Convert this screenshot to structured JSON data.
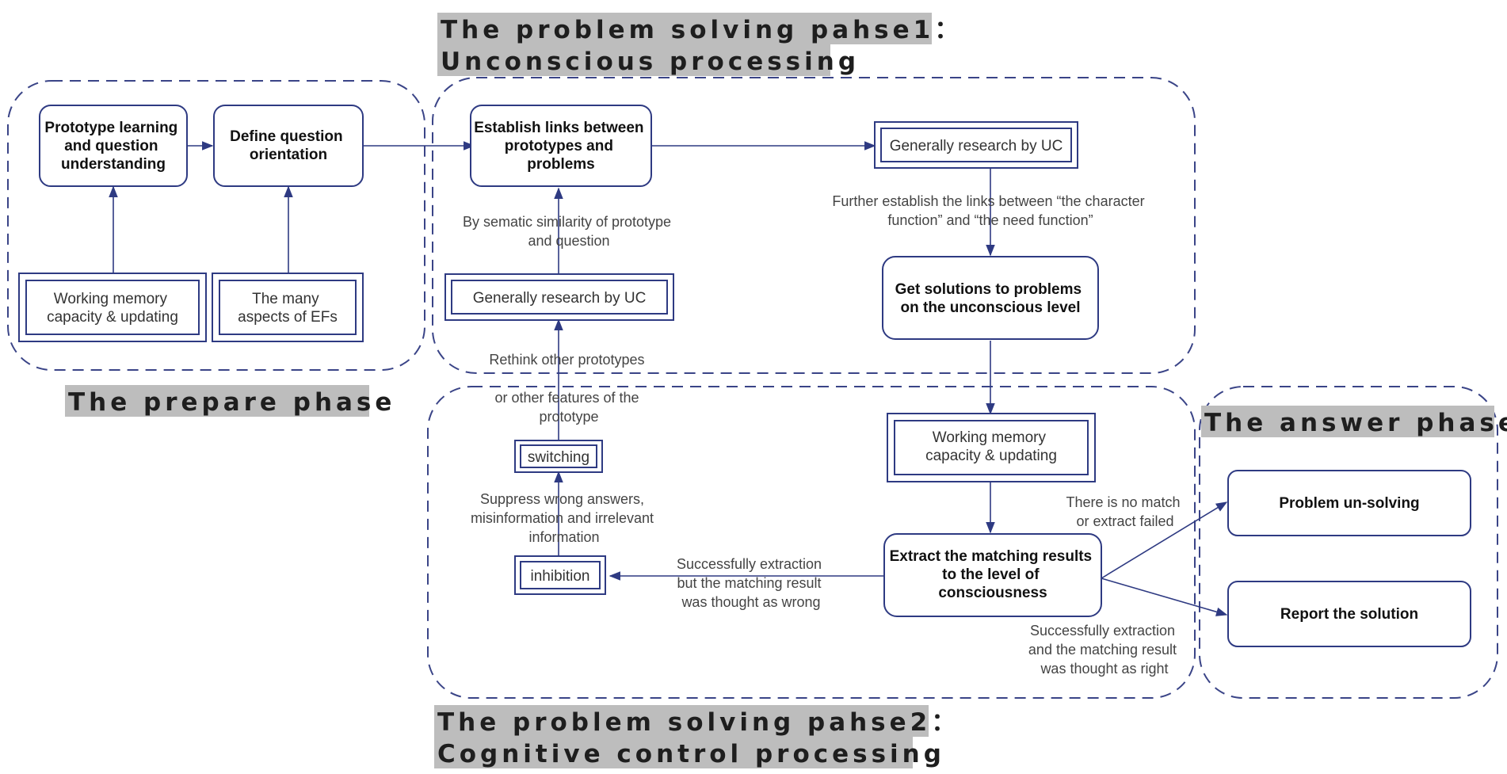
{
  "phases": {
    "prepare": "The prepare phase",
    "solving1_line1": "The problem solving pahse1：",
    "solving1_line2": "Unconscious processing",
    "solving2_line1": "The problem solving pahse2：",
    "solving2_line2": "Cognitive control processing",
    "answer": "The answer phase"
  },
  "nodes": {
    "prototype_learning": [
      "Prototype learning",
      "and question",
      "understanding"
    ],
    "define_question": [
      "Define question",
      "orientation"
    ],
    "wm_prepare": [
      "Working memory",
      "capacity & updating"
    ],
    "many_aspects": [
      "The many",
      "aspects of EFs"
    ],
    "establish_links": [
      "Establish links between",
      "prototypes and",
      "problems"
    ],
    "research_uc_top": [
      "Generally research by UC"
    ],
    "research_uc_left": [
      "Generally research by UC"
    ],
    "get_solutions": [
      "Get solutions to problems",
      "on the unconscious level"
    ],
    "wm_solving": [
      "Working memory",
      "capacity & updating"
    ],
    "switching": [
      "switching"
    ],
    "inhibition": [
      "inhibition"
    ],
    "extract": [
      "Extract the matching results",
      "to the level of",
      "consciousness"
    ],
    "unsolving": [
      "Problem un-solving"
    ],
    "report": [
      "Report the solution"
    ]
  },
  "edge_labels": {
    "semantic": [
      "By sematic similarity of prototype",
      "and question"
    ],
    "further": [
      "Further establish the links between “the character",
      "function” and “the need function”"
    ],
    "rethink": [
      "Rethink other prototypes",
      "or other features of the",
      "prototype"
    ],
    "suppress": [
      "Suppress wrong answers,",
      "misinformation and irrelevant",
      "information"
    ],
    "wrong": [
      "Successfully extraction",
      "but the matching result",
      "was thought as wrong"
    ],
    "nomatch": [
      "There is no match",
      "or extract failed"
    ],
    "right": [
      "Successfully extraction",
      "and the matching result",
      "was thought as right"
    ]
  },
  "colors": {
    "stroke": "#2e3a82",
    "region": "#3a4487",
    "phase_label_bg": "#bdbdbd"
  }
}
